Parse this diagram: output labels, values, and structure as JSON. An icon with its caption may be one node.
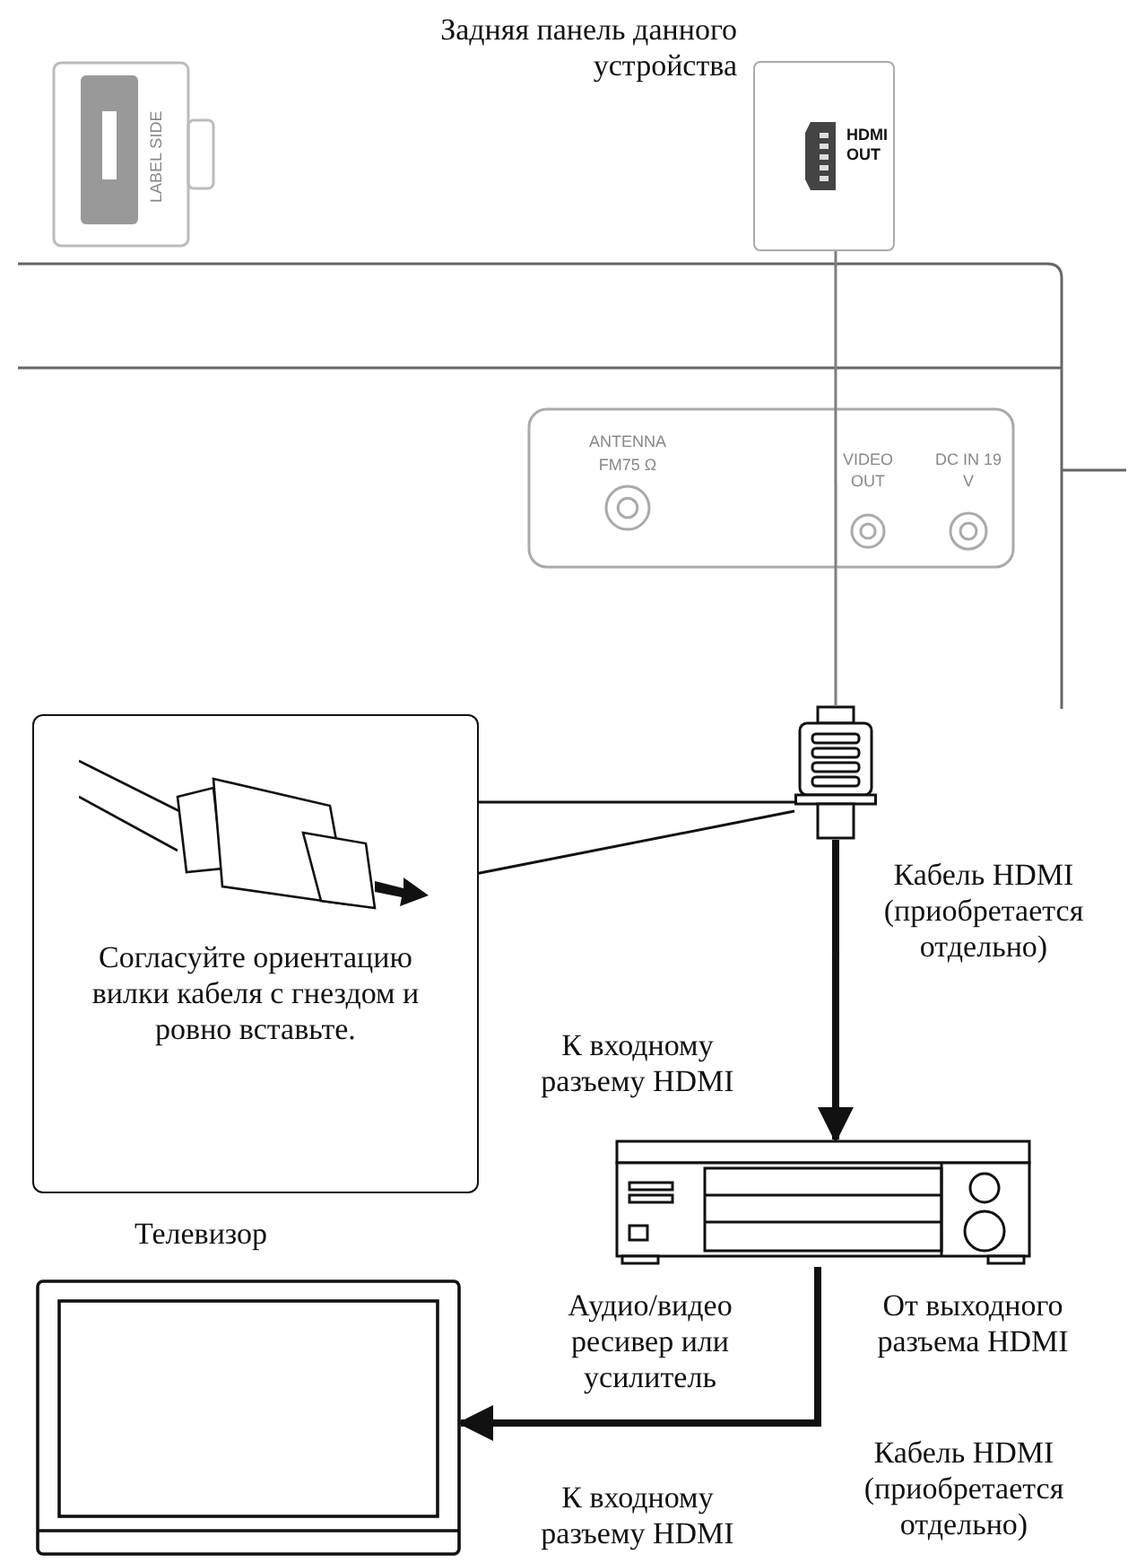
{
  "diagram": {
    "nodes": [
      {
        "text": [
          "Задняя панель данного устройства",
          "HDMI OUT"
        ]
      },
      {
        "text": [],
        "shape": "plug"
      },
      {
        "text": [
          "Согласуйте ориентацию вилки кабеля с гнездом и ровно вставьте."
        ]
      },
      {
        "text": [
          "Аудио/видео ресивер или усилитель"
        ],
        "beside": [
          "К входному разъему HDMI",
          "От выходного разъема HDMI"
        ]
      },
      {
        "text": [
          "Телевизор"
        ],
        "beside": [
          "К входному разъему HDMI"
        ]
      }
    ],
    "edges": [
      {
        "from": 0,
        "to": 1,
        "arrow": "none",
        "color": "#7f7f7f"
      },
      {
        "from": 2,
        "to": 1,
        "arrow": "none"
      },
      {
        "from": 1,
        "to": 3,
        "arrow": "to",
        "label": "Кабель HDMI (приобретается отдельно)",
        "style": "thick"
      },
      {
        "from": 3,
        "to": 4,
        "arrow": "to",
        "label": "Кабель HDMI (приобретается отдельно)",
        "style": "thick"
      }
    ],
    "labels": [
      "LABEL SIDE",
      "ANTENNA",
      "FM75 Ω",
      "VIDEO OUT",
      "DC IN 19 V"
    ]
  }
}
